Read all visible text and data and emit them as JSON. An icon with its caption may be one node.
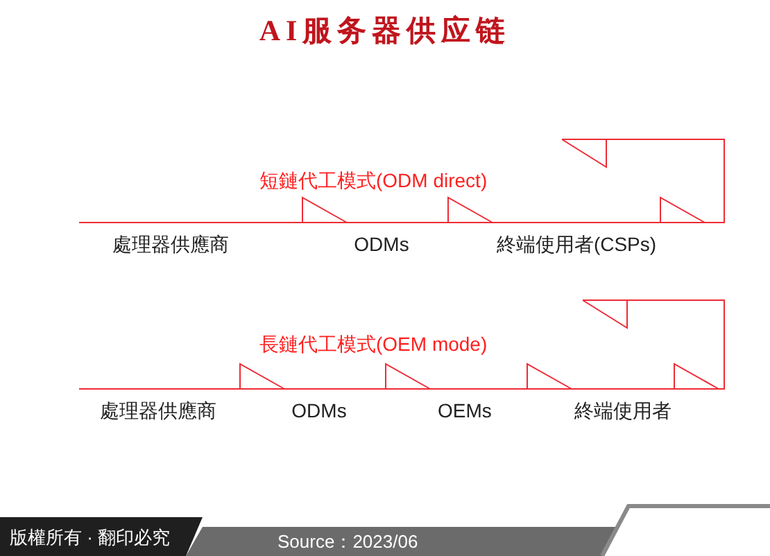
{
  "diagram": {
    "title": "AI服务器供应链",
    "nodes": [
      {
        "text": [
          "處理器供應商"
        ]
      },
      {
        "text": [
          "ODMs"
        ]
      },
      {
        "text": [
          "終端使用者(CSPs)"
        ]
      },
      {
        "text": [
          "處理器供應商"
        ]
      },
      {
        "text": [
          "ODMs"
        ]
      },
      {
        "text": [
          "OEMs"
        ]
      },
      {
        "text": [
          "終端使用者"
        ]
      }
    ],
    "edges": [
      {
        "from": 0,
        "to": 1,
        "arrow": "to"
      },
      {
        "from": 1,
        "to": 2,
        "arrow": "to"
      },
      {
        "from": 2,
        "to": null,
        "arrow": "both"
      },
      {
        "from": 3,
        "to": 4,
        "arrow": "to"
      },
      {
        "from": 4,
        "to": 5,
        "arrow": "to"
      },
      {
        "from": 5,
        "to": 6,
        "arrow": "to"
      },
      {
        "from": 6,
        "to": null,
        "arrow": "both"
      }
    ],
    "labels": [
      "短鏈代工模式(ODM direct)",
      "長鏈代工模式(OEM mode)",
      "版權所有 · 翻印必究",
      "Source：2023/06"
    ]
  }
}
